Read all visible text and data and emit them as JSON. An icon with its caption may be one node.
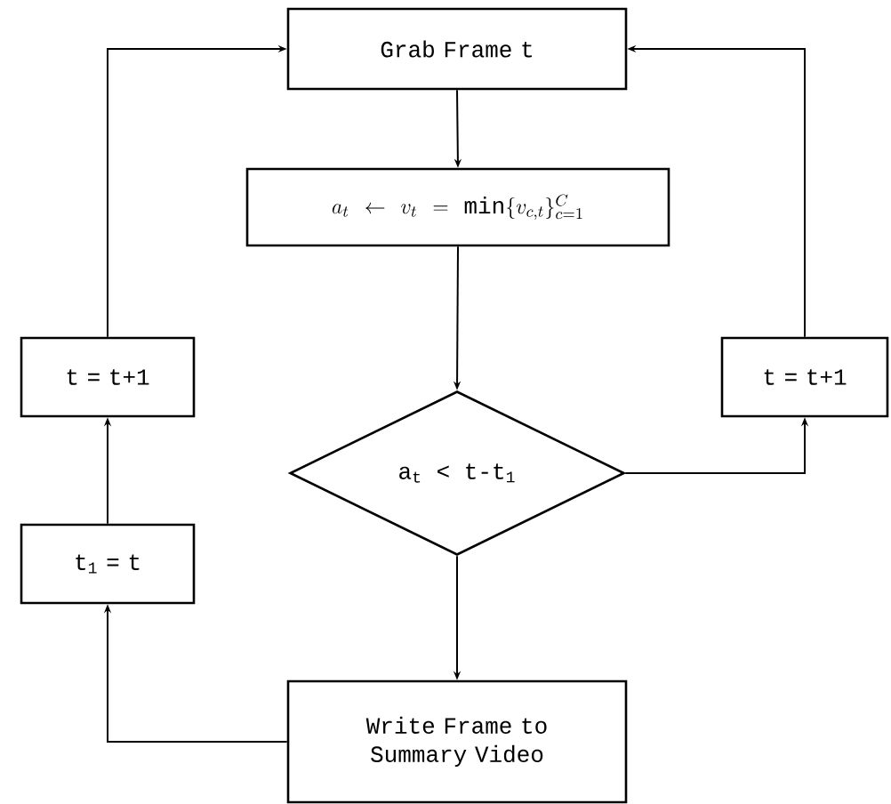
{
  "diagram": {
    "nodes": [
      {
        "text": [
          "Grab Frame t"
        ]
      },
      {
        "text": [
          "a_t \\leftarrow v_t = \\min\\{v_{c,t}\\}_{c=1}^{C}"
        ]
      },
      {
        "text": [
          "t = t+1"
        ]
      },
      {
        "text": [
          "t = t+1"
        ]
      },
      {
        "text": [
          "a$_{t}$ < t-t$_{1}$"
        ]
      },
      {
        "text": [
          "t$_{1}$ = t"
        ]
      },
      {
        "text": [
          "Write Frame to Summary Video"
        ]
      }
    ],
    "edges": [
      {
        "from": 0,
        "to": 1,
        "arrow": "to"
      },
      {
        "from": 1,
        "to": 4,
        "arrow": "to"
      },
      {
        "from": 4,
        "to": 3,
        "arrow": "to"
      },
      {
        "from": 3,
        "to": 0,
        "arrow": "to"
      },
      {
        "from": 4,
        "to": 6,
        "arrow": "to"
      },
      {
        "from": 6,
        "to": 5,
        "arrow": "to"
      },
      {
        "from": 5,
        "to": 2,
        "arrow": "to"
      },
      {
        "from": 2,
        "to": 0,
        "arrow": "to"
      }
    ]
  }
}
